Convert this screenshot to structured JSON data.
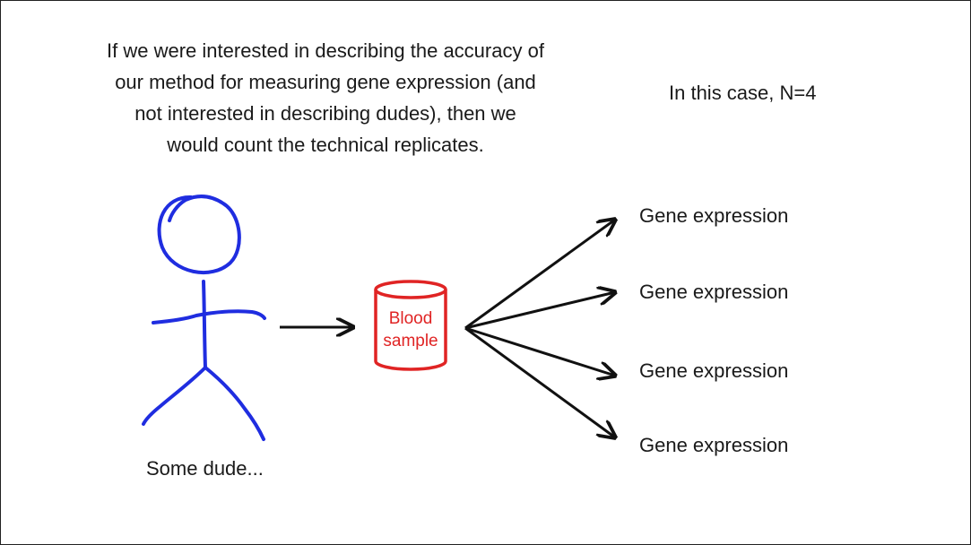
{
  "intro_lines": [
    "If we were interested in describing the accuracy of",
    "our method for measuring gene expression (and",
    "not interested in describing dudes), then we",
    "would count the technical replicates."
  ],
  "n_count": "In this case, N=4",
  "gene_labels": [
    "Gene expression",
    "Gene expression",
    "Gene expression",
    "Gene expression"
  ],
  "blood_sample": {
    "line1": "Blood",
    "line2": "sample"
  },
  "dude_caption": "Some dude...",
  "colors": {
    "figure": "#1f2de0",
    "sample": "#e02424",
    "arrow": "#111111",
    "text": "#1a1a1a"
  }
}
